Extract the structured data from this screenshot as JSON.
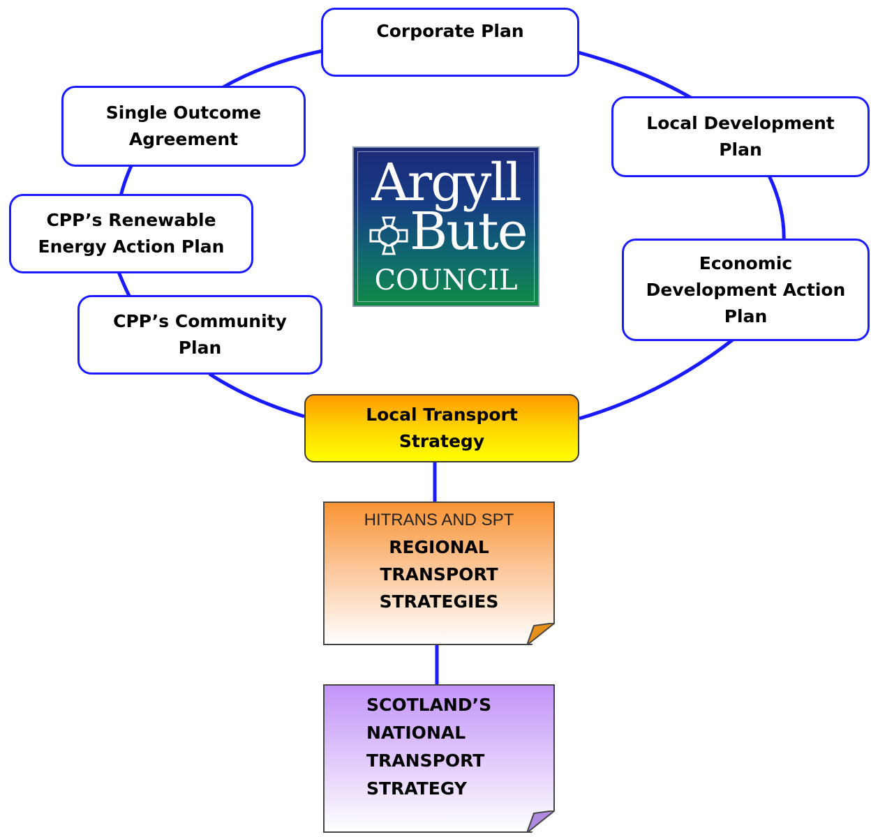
{
  "diagram": {
    "nodes": {
      "corporate_plan": {
        "lines": [
          "Corporate Plan"
        ]
      },
      "single_outcome": {
        "lines": [
          "Single Outcome",
          "Agreement"
        ]
      },
      "renewable": {
        "lines": [
          "CPP’s Renewable",
          "Energy Action Plan"
        ]
      },
      "community": {
        "lines": [
          "CPP’s Community",
          "Plan"
        ]
      },
      "local_development": {
        "lines": [
          "Local Development",
          "Plan"
        ]
      },
      "economic_development": {
        "lines": [
          "Economic",
          "Development Action",
          "Plan"
        ]
      },
      "local_transport": {
        "lines": [
          "Local Transport",
          "Strategy"
        ]
      }
    },
    "regional": {
      "subtitle": "HITRANS AND SPT",
      "lines": [
        "REGIONAL",
        "TRANSPORT",
        "STRATEGIES"
      ]
    },
    "national": {
      "lines": [
        "SCOTLAND’S",
        "NATIONAL",
        "TRANSPORT",
        "STRATEGY"
      ]
    },
    "logo": {
      "line1": "Argyll",
      "line2": "Bute",
      "line3": "COUNCIL"
    }
  },
  "colors": {
    "ring": "#1a1aff",
    "box_border": "#1a1aff",
    "regional_fold": "#e8901c",
    "national_fold": "#b08ae0"
  }
}
